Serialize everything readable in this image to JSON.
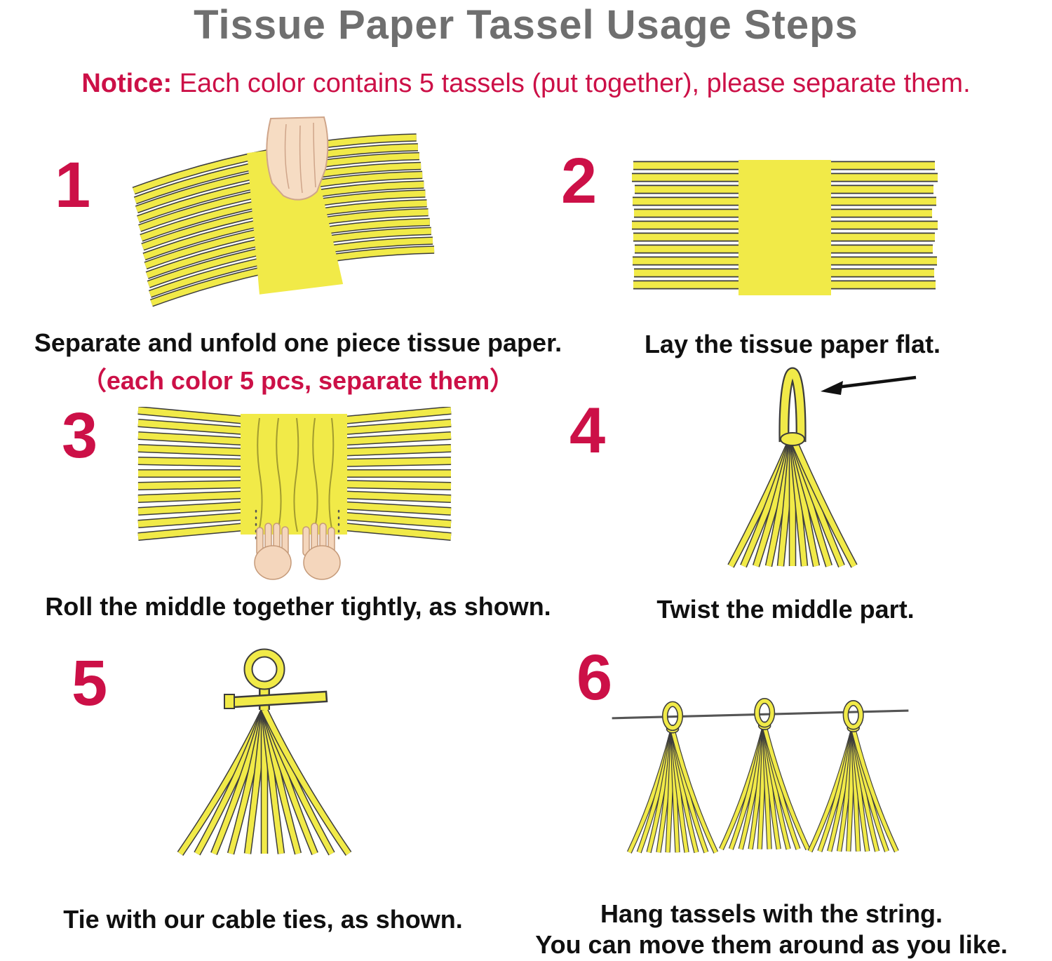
{
  "page": {
    "title": "Tissue Paper Tassel Usage Steps",
    "notice": {
      "label": "Notice:",
      "text": "Each color contains 5 tassels (put together), please separate them."
    }
  },
  "steps": [
    {
      "number": "1",
      "caption": "Separate and unfold one piece tissue paper.",
      "subcaption": "（each color 5 pcs, separate them）"
    },
    {
      "number": "2",
      "caption": "Lay the tissue paper flat."
    },
    {
      "number": "3",
      "caption": "Roll the middle together tightly, as shown."
    },
    {
      "number": "4",
      "caption": "Twist the middle part."
    },
    {
      "number": "5",
      "caption": "Tie with our cable ties, as shown."
    },
    {
      "number": "6",
      "caption": "Hang tassels with the string.",
      "subcaption": "You can move them around as you like."
    }
  ],
  "colors": {
    "accent_red": "#cc1047",
    "title_gray": "#6f6f6f",
    "tassel_yellow": "#f1ea48",
    "outline": "#3c3c3c"
  }
}
